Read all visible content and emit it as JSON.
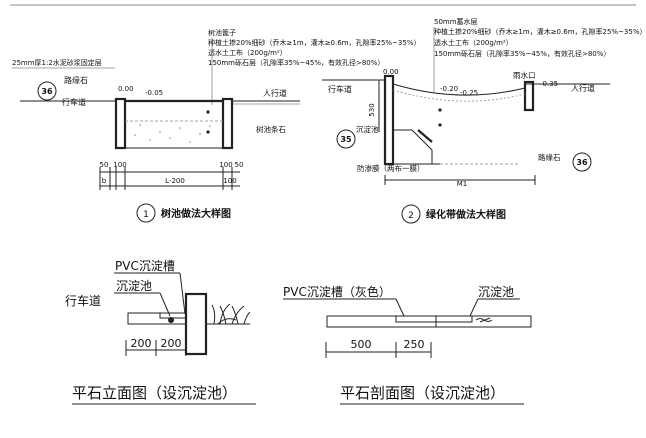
{
  "diagram1": {
    "note_left": "25mm厚1:2水泥砂浆固定层",
    "callouts": [
      "树池篦子",
      "种植土掺20%细砂（乔木≥1m，灌木≥0.6m，孔隙率25%~35%）",
      "透水土工布（200g/m²）",
      "150mm砾石层（孔隙率35%~45%，有效孔径>80%）"
    ],
    "curb_label": "路缘石",
    "road_label": "行车道",
    "walk_label": "人行道",
    "tree_curb_label": "树池条石",
    "elev_a": "0.00",
    "elev_b": "-0.05",
    "bubble": "36",
    "dims": [
      "50",
      "100",
      "b",
      "L-200",
      "100",
      "50",
      "100"
    ],
    "index": "1",
    "caption": "树池做法大样图"
  },
  "diagram2": {
    "callouts": [
      "50mm蓄水层",
      "种植土掺20%细砂（乔木≥1m，灌木≥0.6m，孔隙率25%~35%）",
      "透水土工布（200g/m²）",
      "150mm砾石层（孔隙率35%~45%，有效孔径>80%）"
    ],
    "elev_a": "0.00",
    "elev_b": "-0.20",
    "elev_c": "-0.25",
    "elev_d": "-0.35",
    "rain_label": "雨水口",
    "walk_label": "人行道",
    "road_label": "行车道",
    "basin_label": "沉淀池",
    "seepage_label": "防渗膜（两布一膜）",
    "curb_label": "路缘石",
    "dim_530": "530",
    "dim_m1": "M1",
    "bubble_left": "35",
    "bubble_right": "36",
    "index": "2",
    "caption": "绿化带做法大样图"
  },
  "diagram3": {
    "pvc_label": "PVC沉淀槽",
    "basin_label": "沉淀池",
    "road_label": "行车道",
    "dims": [
      "200",
      "200"
    ],
    "caption": "平石立面图（设沉淀池）"
  },
  "diagram4": {
    "pvc_label": "PVC沉淀槽（灰色）",
    "basin_label": "沉淀池",
    "dims": [
      "500",
      "250"
    ],
    "caption": "平石剖面图（设沉淀池）"
  }
}
